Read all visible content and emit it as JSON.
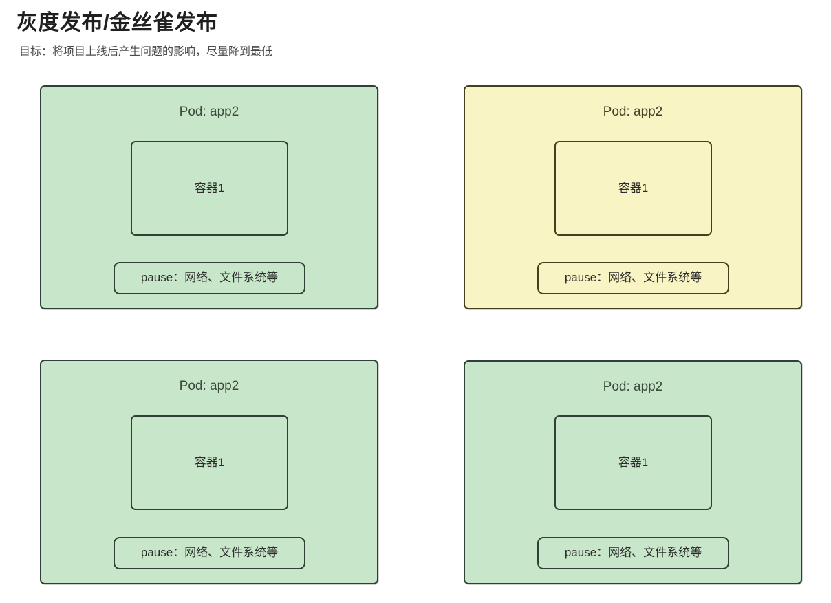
{
  "header": {
    "title": "灰度发布/金丝雀发布",
    "subtitle": "目标：将项目上线后产生问题的影响，尽量降到最低"
  },
  "colors": {
    "pod_green_fill": "#c8e6c9",
    "pod_green_border": "#2f4034",
    "pod_yellow_fill": "#f8f4c3",
    "pod_yellow_border": "#41401f",
    "page_background": "#ffffff",
    "title_text": "#1f1f1f",
    "subtitle_text": "#4a4a4a",
    "pod_title_text": "#3a4a3d",
    "box_label_text": "#2d2d2d"
  },
  "pods": [
    {
      "id": "pod-top-left",
      "title": "Pod: app2",
      "variant": "green",
      "container": {
        "label": "容器1"
      },
      "pause": {
        "label": "pause：网络、文件系统等"
      }
    },
    {
      "id": "pod-top-right",
      "title": "Pod: app2",
      "variant": "yellow",
      "container": {
        "label": "容器1"
      },
      "pause": {
        "label": "pause：网络、文件系统等"
      }
    },
    {
      "id": "pod-bottom-left",
      "title": "Pod: app2",
      "variant": "green",
      "container": {
        "label": "容器1"
      },
      "pause": {
        "label": "pause：网络、文件系统等"
      }
    },
    {
      "id": "pod-bottom-right",
      "title": "Pod: app2",
      "variant": "green",
      "container": {
        "label": "容器1"
      },
      "pause": {
        "label": "pause：网络、文件系统等"
      }
    }
  ]
}
